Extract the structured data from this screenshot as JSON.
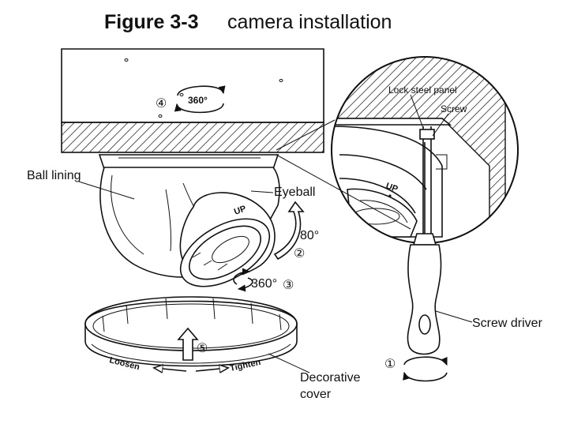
{
  "figure": {
    "number": "Figure 3-3",
    "caption": "camera installation"
  },
  "callouts": {
    "ball_lining": "Ball lining",
    "eyeball": "Eyeball",
    "lock_steel_panel": "Lock steel panel",
    "screw": "Screw",
    "screw_driver": "Screw driver",
    "decorative_cover_line1": "Decorative",
    "decorative_cover_line2": "cover"
  },
  "steps": {
    "step1": "①",
    "step2": "②",
    "step3": "③",
    "step4": "④",
    "step5": "⑤"
  },
  "rotations": {
    "ceiling_rotation": "360°",
    "tilt_angle": "80°",
    "pan_angle": "360°"
  },
  "cover_text": {
    "loosen": "Loosen",
    "tighten": "Tighten"
  },
  "marks": {
    "up_mark": "UP"
  }
}
